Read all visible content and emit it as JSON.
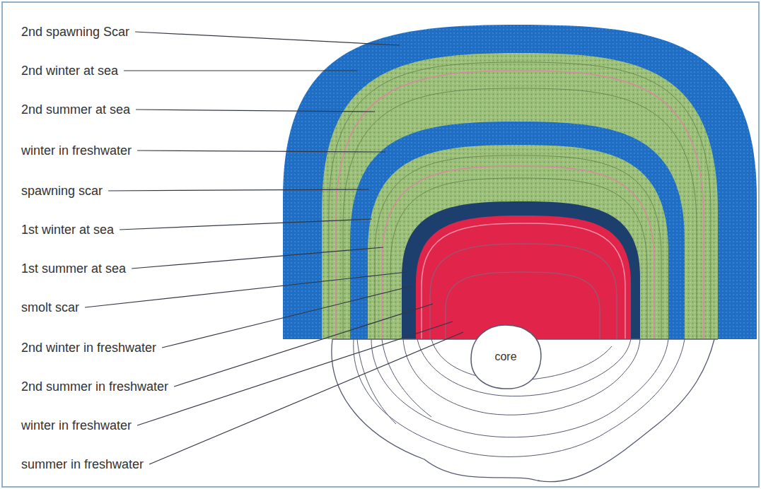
{
  "diagram": {
    "nodes": [
      {
        "text": [
          "core"
        ]
      }
    ],
    "labels": [
      "2nd spawning Scar",
      "2nd winter at sea",
      "2nd summer at sea",
      "winter in freshwater",
      "spawning scar",
      "1st winter at sea",
      "1st summer at sea",
      "smolt scar",
      "2nd winter in freshwater",
      "2nd summer in freshwater",
      "winter in freshwater",
      "summer in freshwater"
    ]
  }
}
